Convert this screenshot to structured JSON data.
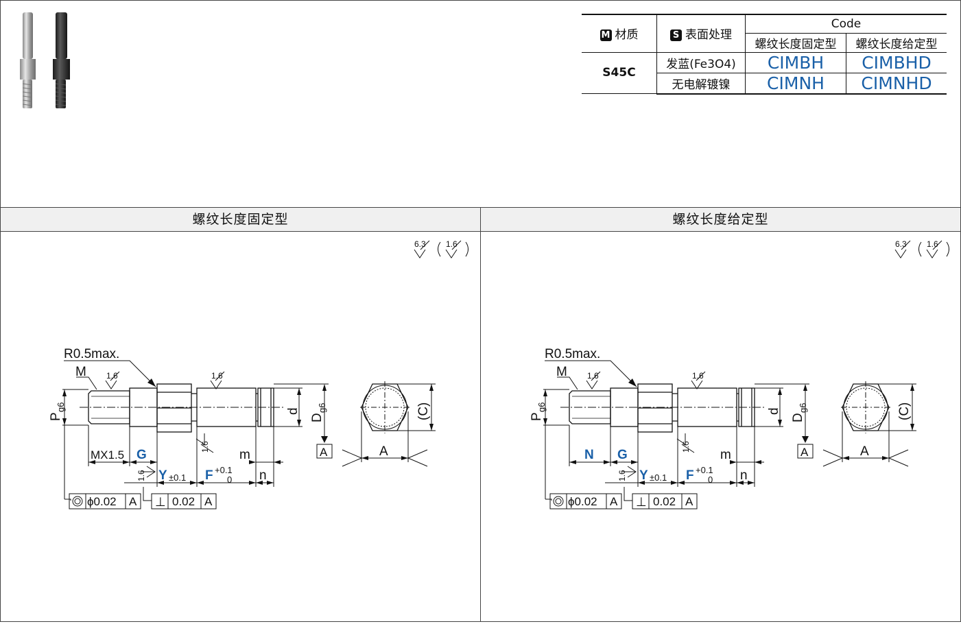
{
  "spec_table": {
    "material_icon": "M",
    "material_header": "材质",
    "surface_icon": "S",
    "surface_header": "表面处理",
    "code_header": "Code",
    "type_fixed": "螺纹长度固定型",
    "type_specified": "螺纹长度给定型",
    "material": "S45C",
    "rows": [
      {
        "surface": "发蓝(Fe3O4)",
        "code_fixed": "CIMBH",
        "code_specified": "CIMBHD"
      },
      {
        "surface": "无电解镀镍",
        "code_fixed": "CIMNH",
        "code_specified": "CIMNHD"
      }
    ]
  },
  "panels": {
    "left_title": "螺纹长度固定型",
    "right_title": "螺纹长度给定型"
  },
  "drawing": {
    "roughness_main": "6.3",
    "roughness_paren": "1.6",
    "radius_note": "R0.5max.",
    "thread_label": "M",
    "roughness_thread": "1.6",
    "roughness_body": "1.6",
    "roughness_face": "1.6",
    "roughness_groove": "1.6",
    "p_label": "P",
    "p_sub": "g6",
    "d_label": "d",
    "dg_label": "D",
    "dg_sub": "g6",
    "datum": "A",
    "thread_len_fixed": "MX1.5",
    "thread_len_specified": "N",
    "g_label": "G",
    "m_label": "m",
    "y_label": "Y",
    "y_tol": "±0.1",
    "f_label": "F",
    "f_tol_upper": "+0.1",
    "f_tol_lower": "0",
    "n_label": "n",
    "coax_symbol": "◎",
    "coax_value": "ϕ0.02",
    "perp_symbol": "⊥",
    "perp_value": "0.02",
    "hex_a": "A",
    "hex_c": "(C)"
  },
  "colors": {
    "code_blue": "#1a60a8",
    "dim_blue": "#1a60a8",
    "header_bg": "#f0f0f0"
  }
}
